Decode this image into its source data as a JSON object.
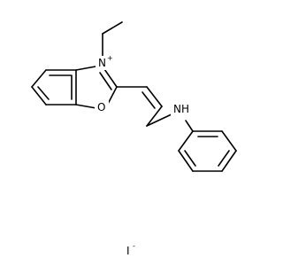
{
  "molecule": {
    "atoms": {
      "n_plus": "N",
      "n_plus_charge": "+",
      "o": "O",
      "nh": "NH",
      "iodide": "I",
      "iodide_charge": "-"
    },
    "colors": {
      "bond": "#000000",
      "text": "#000000",
      "background": "#ffffff"
    }
  }
}
